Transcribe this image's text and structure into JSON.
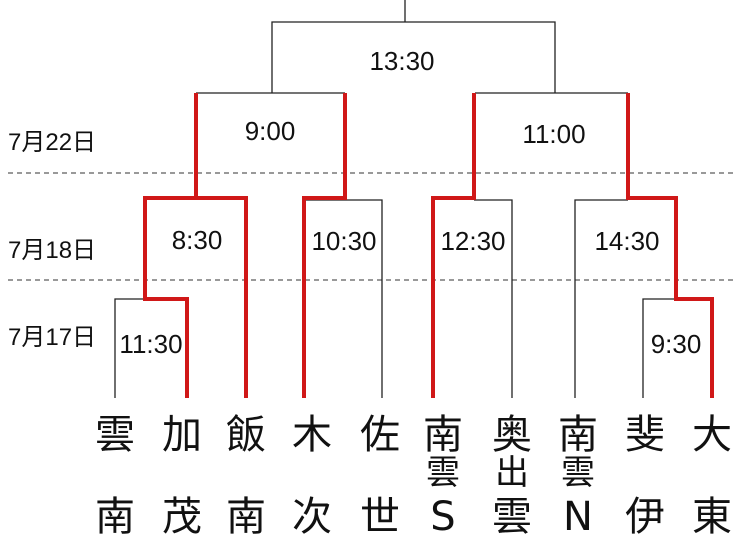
{
  "dates": [
    {
      "id": "d22",
      "label": "7月22日"
    },
    {
      "id": "d18",
      "label": "7月18日"
    },
    {
      "id": "d17",
      "label": "7月17日"
    }
  ],
  "times": {
    "final": "13:30",
    "semi_left": "9:00",
    "semi_right": "11:00",
    "qf1": "8:30",
    "qf2": "10:30",
    "qf3": "12:30",
    "qf4": "14:30",
    "r1_left": "11:30",
    "r1_right": "9:30"
  },
  "teams": [
    {
      "id": "t1",
      "line1": "雲",
      "line2": "",
      "line3": "南"
    },
    {
      "id": "t2",
      "line1": "加",
      "line2": "",
      "line3": "茂"
    },
    {
      "id": "t3",
      "line1": "飯",
      "line2": "",
      "line3": "南"
    },
    {
      "id": "t4",
      "line1": "木",
      "line2": "",
      "line3": "次"
    },
    {
      "id": "t5",
      "line1": "佐",
      "line2": "",
      "line3": "世"
    },
    {
      "id": "t6",
      "line1": "南",
      "line2": "雲",
      "line3": "S"
    },
    {
      "id": "t7",
      "line1": "奥",
      "line2": "出",
      "line3": "雲"
    },
    {
      "id": "t8",
      "line1": "南",
      "line2": "雲",
      "line3": "N"
    },
    {
      "id": "t9",
      "line1": "斐",
      "line2": "",
      "line3": "伊"
    },
    {
      "id": "t10",
      "line1": "大",
      "line2": "",
      "line3": "東"
    }
  ],
  "colors": {
    "winner_line": "#d01818",
    "line": "#222222"
  }
}
